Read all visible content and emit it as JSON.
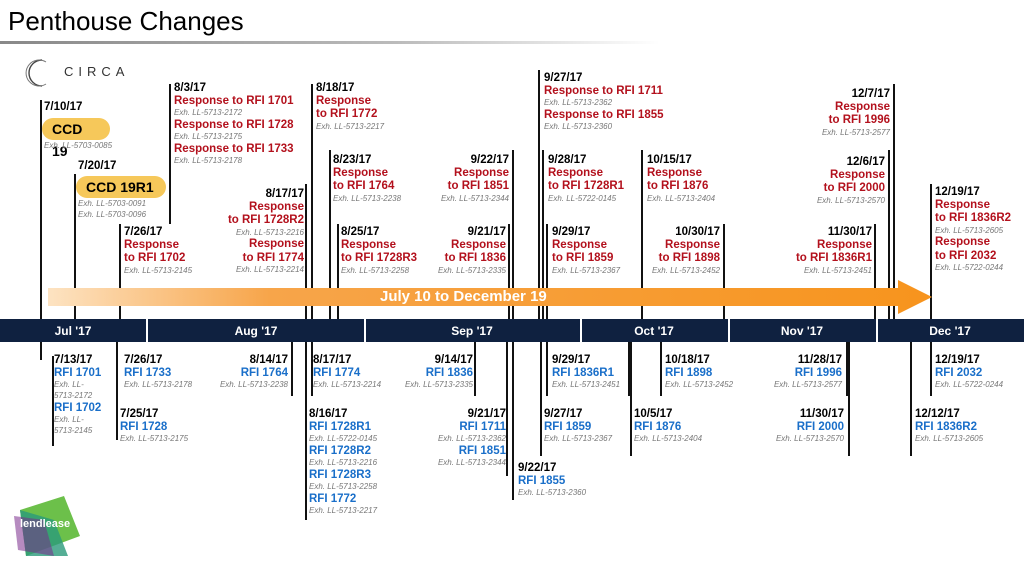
{
  "title": "Penthouse Changes",
  "logo_top": "CIRCA",
  "logo_bottom": "lendlease",
  "arrow_label": "July 10 to December 19",
  "colors": {
    "submittal": "#b3111d",
    "rfi": "#1a6fc9",
    "band": "#0f2140",
    "arrow": "#f7941d",
    "pill": "#f6c85a"
  },
  "months": [
    "Jul '17",
    "Aug '17",
    "Sep '17",
    "Oct '17",
    "Nov '17",
    "Dec '17"
  ],
  "top": {
    "ccd19": {
      "date": "7/10/17",
      "label": "CCD 19",
      "exh": "Exh. LL-5703-0085"
    },
    "ccd19r1": {
      "date": "7/20/17",
      "label": "CCD 19R1",
      "exh1": "Exh. LL-5703-0091",
      "exh2": "Exh. LL-5703-0096"
    },
    "e0726": {
      "date": "7/26/17",
      "l1": "Response",
      "l2": "to RFI 1702",
      "exh": "Exh. LL-5713-2145"
    },
    "e0803": {
      "date": "8/3/17",
      "l1": "Response to RFI 1701",
      "exh1": "Exh. LL-5713-2172",
      "l2": "Response to RFI 1728",
      "exh2": "Exh. LL-5713-2175",
      "l3": "Response to RFI 1733",
      "exh3": "Exh. LL-5713-2178"
    },
    "e0817": {
      "date": "8/17/17",
      "l1": "Response",
      "l2": "to RFI 1728R2",
      "exh1": "Exh. LL-5713-2216",
      "l3": "Response",
      "l4": "to RFI 1774",
      "exh2": "Exh. LL-5713-2214"
    },
    "e0818": {
      "date": "8/18/17",
      "l1": "Response",
      "l2": "to RFI 1772",
      "exh": "Exh. LL-5713-2217"
    },
    "e0823": {
      "date": "8/23/17",
      "l1": "Response",
      "l2": "to RFI 1764",
      "exh": "Exh. LL-5713-2238"
    },
    "e0825": {
      "date": "8/25/17",
      "l1": "Response",
      "l2": "to RFI 1728R3",
      "exh": "Exh. LL-5713-2258"
    },
    "e0922": {
      "date": "9/22/17",
      "l1": "Response",
      "l2": "to RFI 1851",
      "exh": "Exh. LL-5713-2344"
    },
    "e0921": {
      "date": "9/21/17",
      "l1": "Response",
      "l2": "to RFI 1836",
      "exh": "Exh. LL-5713-2335"
    },
    "e0927": {
      "date": "9/27/17",
      "l1": "Response to RFI 1711",
      "exh1": "Exh. LL-5713-2362",
      "l2": "Response to RFI 1855",
      "exh2": "Exh. LL-5713-2360"
    },
    "e0928": {
      "date": "9/28/17",
      "l1": "Response",
      "l2": "to RFI 1728R1",
      "exh": "Exh. LL-5722-0145"
    },
    "e0929": {
      "date": "9/29/17",
      "l1": "Response",
      "l2": "to RFI 1859",
      "exh": "Exh. LL-5713-2367"
    },
    "e1015": {
      "date": "10/15/17",
      "l1": "Response",
      "l2": "to RFI 1876",
      "exh": "Exh. LL-5713-2404"
    },
    "e1030": {
      "date": "10/30/17",
      "l1": "Response",
      "l2": "to RFI 1898",
      "exh": "Exh. LL-5713-2452"
    },
    "e1207": {
      "date": "12/7/17",
      "l1": "Response",
      "l2": "to RFI 1996",
      "exh": "Exh. LL-5713-2577"
    },
    "e1206": {
      "date": "12/6/17",
      "l1": "Response",
      "l2": "to RFI 2000",
      "exh": "Exh. LL-5713-2570"
    },
    "e1130": {
      "date": "11/30/17",
      "l1": "Response",
      "l2": "to RFI 1836R1",
      "exh": "Exh. LL-5713-2451"
    },
    "e1219": {
      "date": "12/19/17",
      "l1": "Response",
      "l2": "to RFI 1836R2",
      "exh1": "Exh. LL-5713-2605",
      "l3": "Response",
      "l4": "to RFI 2032",
      "exh2": "Exh. LL-5722-0244"
    }
  },
  "bottom": {
    "b0713": {
      "date": "7/13/17",
      "rfi1": "RFI 1701",
      "exh1": "Exh. LL-5713-2172",
      "rfi2": "RFI 1702",
      "exh2": "Exh. LL-5713-2145"
    },
    "b0726": {
      "date": "7/26/17",
      "rfi": "RFI 1733",
      "exh": "Exh. LL-5713-2178"
    },
    "b0725": {
      "date": "7/25/17",
      "rfi": "RFI 1728",
      "exh": "Exh. LL-5713-2175"
    },
    "b0814": {
      "date": "8/14/17",
      "rfi": "RFI 1764",
      "exh": "Exh. LL-5713-2238"
    },
    "b0817": {
      "date": "8/17/17",
      "rfi": "RFI 1774",
      "exh": "Exh. LL-5713-2214"
    },
    "b0816": {
      "date": "8/16/17",
      "rfi1": "RFI 1728R1",
      "exh1": "Exh. LL-5722-0145",
      "rfi2": "RFI 1728R2",
      "exh2": "Exh. LL-5713-2216",
      "rfi3": "RFI 1728R3",
      "exh3": "Exh. LL-5713-2258",
      "rfi4": "RFI 1772",
      "exh4": "Exh. LL-5713-2217"
    },
    "b0914": {
      "date": "9/14/17",
      "rfi": "RFI 1836",
      "exh": "Exh. LL-5713-2335"
    },
    "b0921": {
      "date": "9/21/17",
      "rfi1": "RFI 1711",
      "exh1": "Exh. LL-5713-2362",
      "rfi2": "RFI 1851",
      "exh2": "Exh. LL-5713-2344"
    },
    "b0922": {
      "date": "9/22/17",
      "rfi": "RFI 1855",
      "exh": "Exh. LL-5713-2360"
    },
    "b0929": {
      "date": "9/29/17",
      "rfi": "RFI 1836R1",
      "exh": "Exh. LL-5713-2451"
    },
    "b0927": {
      "date": "9/27/17",
      "rfi": "RFI 1859",
      "exh": "Exh. LL-5713-2367"
    },
    "b1018": {
      "date": "10/18/17",
      "rfi": "RFI 1898",
      "exh": "Exh. LL-5713-2452"
    },
    "b1005": {
      "date": "10/5/17",
      "rfi": "RFI 1876",
      "exh": "Exh. LL-5713-2404"
    },
    "b1128": {
      "date": "11/28/17",
      "rfi": "RFI 1996",
      "exh": "Exh. LL-5713-2577"
    },
    "b1130": {
      "date": "11/30/17",
      "rfi": "RFI 2000",
      "exh": "Exh. LL-5713-2570"
    },
    "b1219": {
      "date": "12/19/17",
      "rfi": "RFI 2032",
      "exh": "Exh. LL-5722-0244"
    },
    "b1212": {
      "date": "12/12/17",
      "rfi": "RFI 1836R2",
      "exh": "Exh. LL-5713-2605"
    }
  }
}
